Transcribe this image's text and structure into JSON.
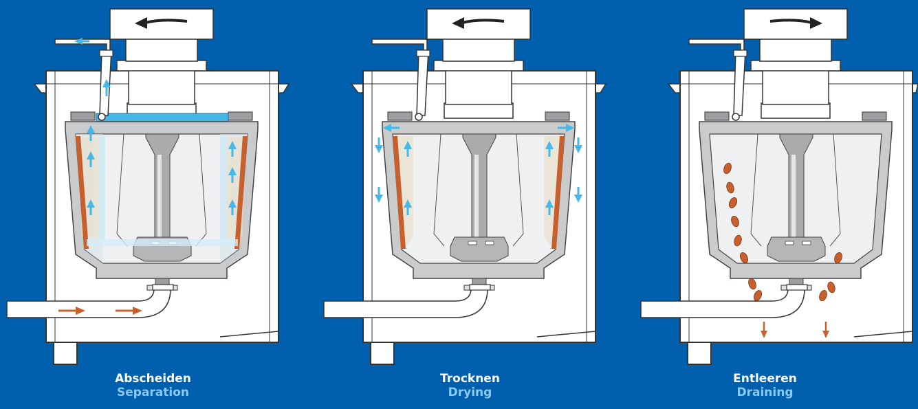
{
  "colors": {
    "background": "#0060ae",
    "liquid": "#45b8ea",
    "solids": "#c8602e",
    "housing": "#ffffff",
    "metal": "#c9cbcd",
    "caption_german": "#ffffff",
    "caption_english": "#8ecaf0"
  },
  "icons": {
    "rotation": "rotation-arrow-icon",
    "flow": "flow-arrow-icon"
  },
  "stages": [
    {
      "german": "Abscheiden",
      "english": "Separation",
      "rotation": "counterclockwise",
      "bowl_state": "filled-with-liquid",
      "flow": [
        "feed-in",
        "liquid-up",
        "liquid-out"
      ]
    },
    {
      "german": "Trocknen",
      "english": "Drying",
      "rotation": "counterclockwise",
      "bowl_state": "solid-layer-on-wall",
      "flow": [
        "liquid-out-down"
      ]
    },
    {
      "german": "Entleeren",
      "english": "Draining",
      "rotation": "clockwise",
      "bowl_state": "solids-falling-out",
      "flow": [
        "solids-discharge-down"
      ]
    }
  ]
}
